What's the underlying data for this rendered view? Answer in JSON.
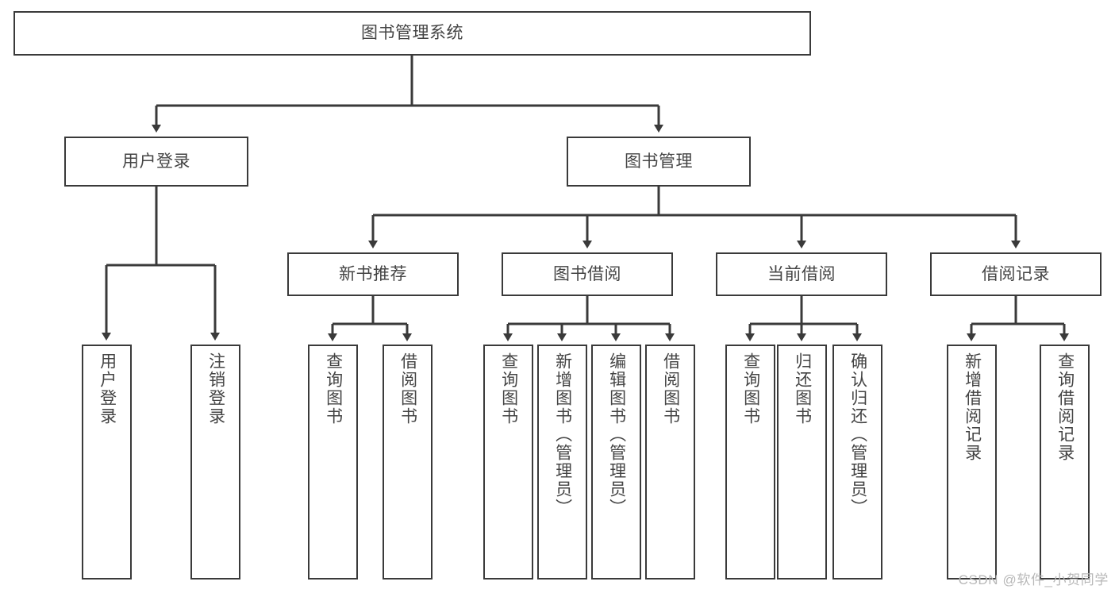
{
  "diagram": {
    "type": "tree-hierarchy-chart",
    "title": "图书管理系统",
    "background_color": "#ffffff",
    "line_color": "#3a3a3a",
    "text_color": "#444444"
  },
  "nodes": {
    "root": {
      "label": "图书管理系统",
      "level": 1
    },
    "user_login": {
      "label": "用户登录",
      "level": 2
    },
    "book_manage": {
      "label": "图书管理",
      "level": 2
    },
    "new_book_rec": {
      "label": "新书推荐",
      "level": 3
    },
    "book_borrow": {
      "label": "图书借阅",
      "level": 3
    },
    "current_borrow": {
      "label": "当前借阅",
      "level": 3
    },
    "borrow_record": {
      "label": "借阅记录",
      "level": 3
    },
    "leaf_user_login": {
      "label": "用户登录",
      "level": 4
    },
    "leaf_logout": {
      "label": "注销登录",
      "level": 4
    },
    "leaf_query_book_1": {
      "label": "查询图书",
      "level": 4
    },
    "leaf_borrow_book_1": {
      "label": "借阅图书",
      "level": 4
    },
    "leaf_query_book_2": {
      "label": "查询图书",
      "level": 4
    },
    "leaf_add_book": {
      "label": "新增图书（管理员）",
      "level": 4
    },
    "leaf_edit_book": {
      "label": "编辑图书（管理员）",
      "level": 4
    },
    "leaf_borrow_book_2": {
      "label": "借阅图书",
      "level": 4
    },
    "leaf_query_book_3": {
      "label": "查询图书",
      "level": 4
    },
    "leaf_return_book": {
      "label": "归还图书",
      "level": 4
    },
    "leaf_confirm_return": {
      "label": "确认归还（管理员）",
      "level": 4
    },
    "leaf_add_record": {
      "label": "新增借阅记录",
      "level": 4
    },
    "leaf_query_record": {
      "label": "查询借阅记录",
      "level": 4
    }
  },
  "watermark": {
    "text": "CSDN @软件_小贺同学"
  }
}
